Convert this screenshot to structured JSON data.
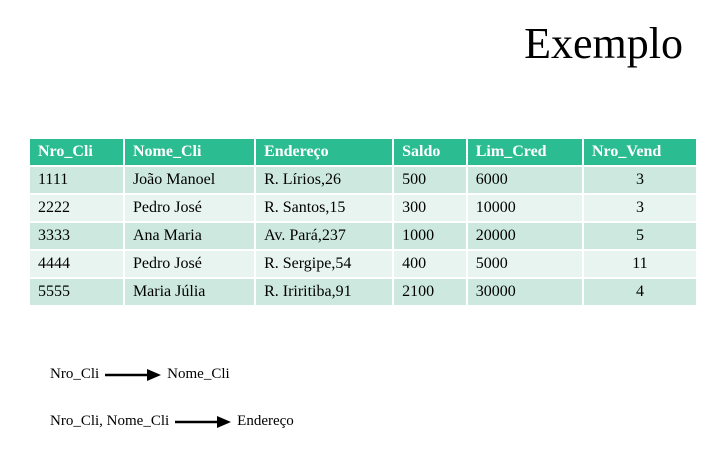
{
  "title": "Exemplo",
  "table": {
    "headers": [
      "Nro_Cli",
      "Nome_Cli",
      "Endereço",
      "Saldo",
      "Lim_Cred",
      "Nro_Vend"
    ],
    "rows": [
      [
        "1111",
        "João Manoel",
        "R. Lírios,26",
        "500",
        "6000",
        "3"
      ],
      [
        "2222",
        "Pedro José",
        "R. Santos,15",
        "300",
        "10000",
        "3"
      ],
      [
        "3333",
        "Ana Maria",
        "Av. Pará,237",
        "1000",
        "20000",
        "5"
      ],
      [
        "4444",
        "Pedro José",
        "R. Sergipe,54",
        "400",
        "5000",
        "11"
      ],
      [
        "5555",
        "Maria Júlia",
        "R. Iriritiba,91",
        "2100",
        "30000",
        "4"
      ]
    ]
  },
  "dependencies": [
    {
      "left": "Nro_Cli",
      "right": "Nome_Cli"
    },
    {
      "left": "Nro_Cli, Nome_Cli",
      "right": "Endereço"
    }
  ],
  "colors": {
    "header": "#2bbc92",
    "row_dark": "#cde9df",
    "row_light": "#e7f4ef"
  },
  "icons": {
    "arrow": "right-arrow-icon"
  }
}
